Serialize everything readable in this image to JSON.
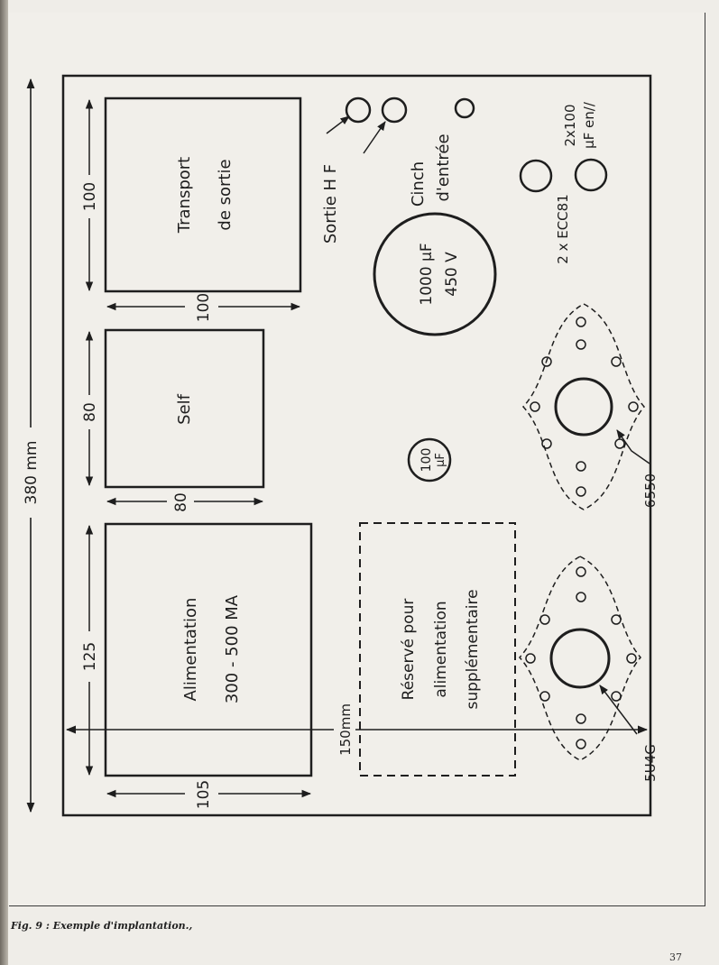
{
  "board": {
    "width_label": "380 mm",
    "height_label": "150mm"
  },
  "blocks": {
    "transport": {
      "line1": "Transport",
      "line2": "de sortie",
      "dim_height": "100",
      "dim_width": "100"
    },
    "self": {
      "line1": "Self",
      "dim_height": "80",
      "dim_width": "80"
    },
    "alimentation": {
      "line1": "Alimentation",
      "line2": "300 - 500 MA",
      "dim_height": "125",
      "dim_width": "105"
    },
    "reserve": {
      "line1": "Réservé pour",
      "line2": "alimentation",
      "line3": "supplémentaire"
    }
  },
  "components": {
    "sortie_hf": "Sortie H F",
    "cinch_line1": "Cinch",
    "cinch_line2": "d'entrée",
    "cap_1000_line1": "1000 μF",
    "cap_1000_line2": "450 V",
    "cap_100_line1": "100",
    "cap_100_line2": "μF",
    "ecc81": "2 x ECC81",
    "cap_2x100_line1": "2x100",
    "cap_2x100_line2": "μF en//",
    "tube_6550": "6550",
    "tube_5u4g": "5U4G"
  },
  "caption": "Fig. 9 : Exemple d'implantation.,",
  "page_number": "37",
  "colors": {
    "ink": "#1e1e1e",
    "paper": "#f1efea"
  }
}
